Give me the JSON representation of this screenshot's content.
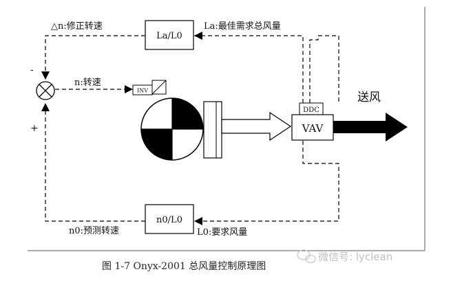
{
  "diagram": {
    "labels": {
      "delta_n": "△n:修正转速",
      "la_desc": "La:最佳需求总风量",
      "n_speed": "n:转速",
      "minus": "-",
      "plus": "+",
      "n0_desc": "n0:预测转速",
      "l0_desc": "L0:要求风量",
      "supply_air": "送风"
    },
    "boxes": {
      "la_l0": "La/L0",
      "n0_l0": "n0/L0",
      "inv": "INV",
      "ddc": "DDC",
      "vav": "VAV"
    }
  },
  "caption": "图 1-7 Onyx-2001 总风量控制原理图",
  "watermark": "微信号: lyclean"
}
